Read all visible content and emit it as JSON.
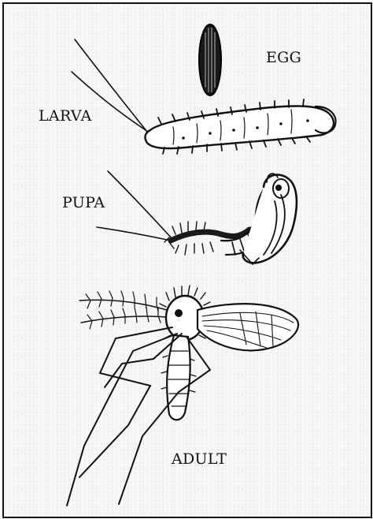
{
  "labels": {
    "egg": "EGG",
    "larva": "LARVA",
    "pupa": "PUPA",
    "adult": "ADULT"
  },
  "colors": {
    "ink": "#111111",
    "paper": "#f7f7f5"
  }
}
